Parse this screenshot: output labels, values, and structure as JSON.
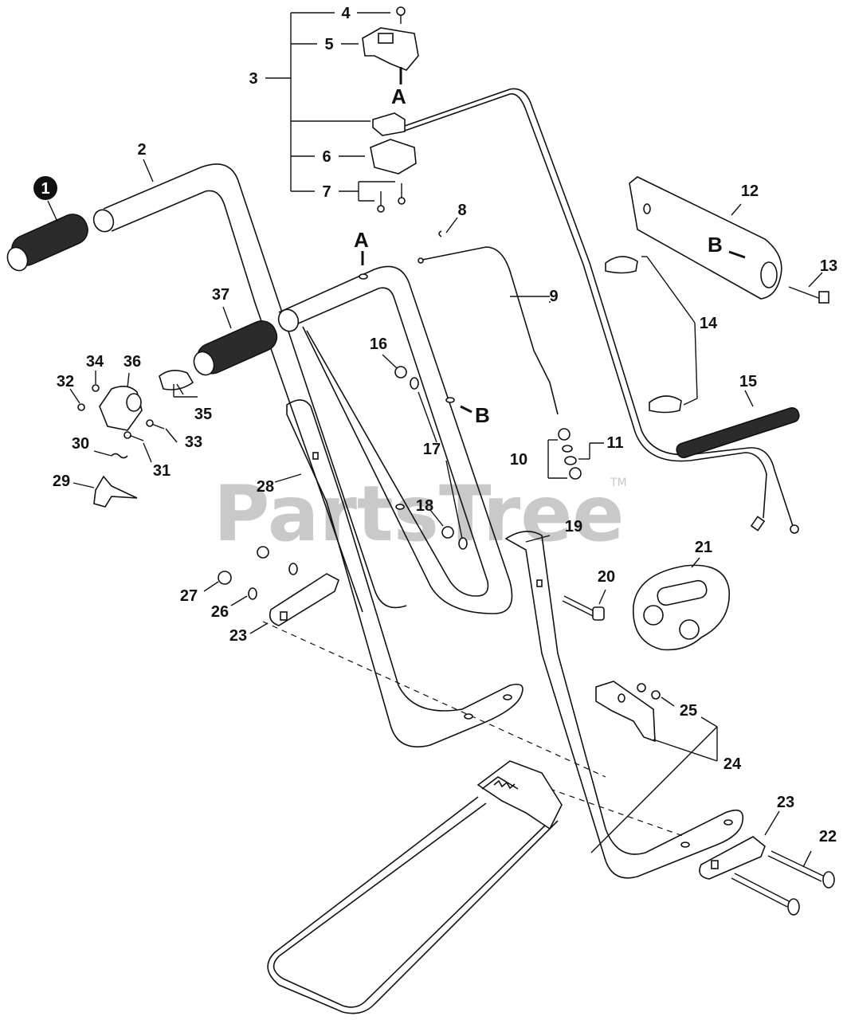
{
  "watermark": {
    "text": "PartsTree",
    "trademark": "TM"
  },
  "reference_marks": {
    "a_top": "A",
    "a_handle": "A",
    "b_bracket": "B",
    "b_handle": "B"
  },
  "callouts": {
    "c1": "1",
    "c2": "2",
    "c3": "3",
    "c4": "4",
    "c5": "5",
    "c6": "6",
    "c7": "7",
    "c8": "8",
    "c9": "9",
    "c10": "10",
    "c11": "11",
    "c12": "12",
    "c13": "13",
    "c14": "14",
    "c15": "15",
    "c16": "16",
    "c17": "17",
    "c18": "18",
    "c19": "19",
    "c20": "20",
    "c21": "21",
    "c22": "22",
    "c23a": "23",
    "c23b": "23",
    "c24": "24",
    "c25": "25",
    "c26": "26",
    "c27": "27",
    "c28": "28",
    "c29": "29",
    "c30": "30",
    "c31": "31",
    "c32": "32",
    "c33": "33",
    "c34": "34",
    "c35": "35",
    "c36": "36",
    "c37": "37"
  }
}
